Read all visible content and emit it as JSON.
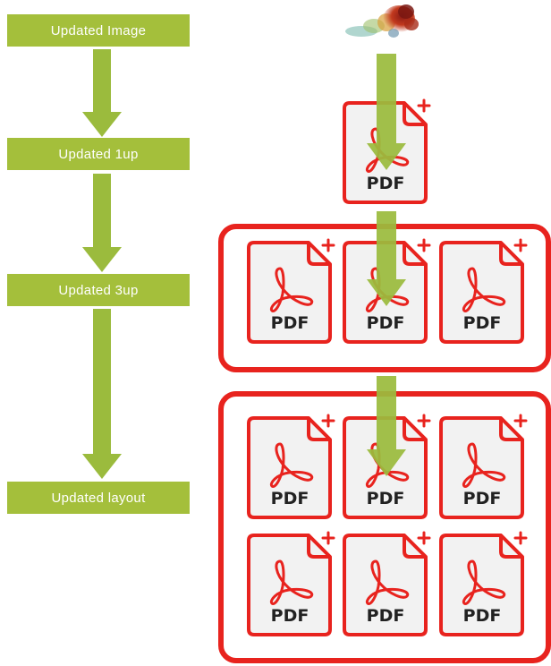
{
  "steps": {
    "image": "Updated Image",
    "oneup": "Updated 1up",
    "threeup": "Updated 3up",
    "layout": "Updated layout"
  },
  "pdf_label": "PDF",
  "icons": {
    "source": "ink-smoke-image",
    "document": "pdf-file-icon"
  },
  "colors": {
    "step_fill": "#a4bf3b",
    "arrow": "#9bbb3d",
    "frame": "#e8231e",
    "pdf_border": "#e8231e",
    "pdf_background": "#f2f2f2"
  }
}
